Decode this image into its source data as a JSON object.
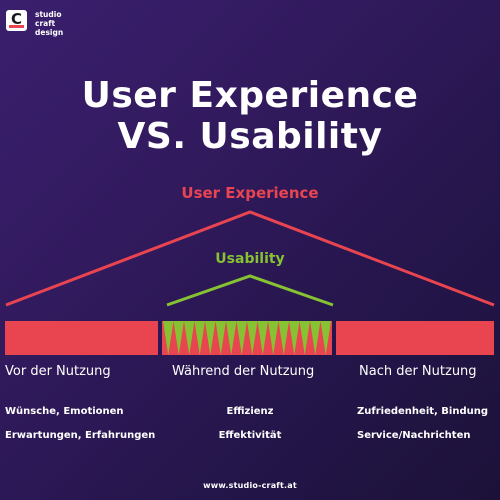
{
  "brand": {
    "logo_letter": "C",
    "lines": [
      "studio",
      "craft",
      "design"
    ]
  },
  "title": {
    "line1": "User Experience",
    "line2": "VS. Usability"
  },
  "diagram": {
    "outer_label": "User Experience",
    "inner_label": "Usability",
    "colors": {
      "user_experience": "#e84550",
      "usability": "#86c232"
    }
  },
  "phases": [
    {
      "label": "Vor der Nutzung",
      "items": [
        "Wünsche, Emotionen",
        "Erwartungen, Erfahrungen"
      ]
    },
    {
      "label": "Während der Nutzung",
      "items": [
        "Effizienz",
        "Effektivität"
      ]
    },
    {
      "label": "Nach der Nutzung",
      "items": [
        "Zufriedenheit, Bindung",
        "Service/Nachrichten"
      ]
    }
  ],
  "footer": {
    "url": "www.studio-craft.at"
  }
}
